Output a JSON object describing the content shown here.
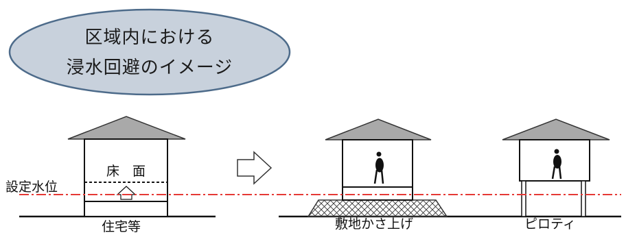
{
  "title": {
    "line1": "区域内における",
    "line2": "浸水回避のイメージ"
  },
  "labels": {
    "water_level": "設定水位",
    "floor": "床　面",
    "houses": [
      {
        "caption": "住宅等"
      },
      {
        "caption": "敷地かさ上げ"
      },
      {
        "caption": "ピロティ"
      }
    ]
  },
  "colors": {
    "water_line": "#e53935",
    "bubble_fill": "#c8d1dc",
    "bubble_stroke": "#4d6b8a",
    "roof_fill": "#a9a9a9"
  }
}
